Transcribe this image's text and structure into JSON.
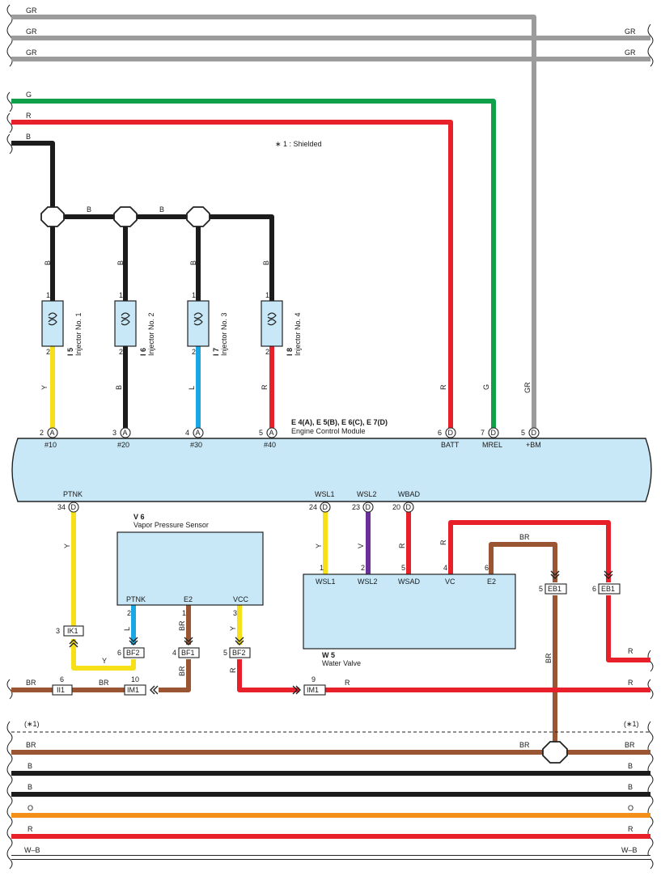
{
  "colors": {
    "GR": "#9c9c9c",
    "G": "#10a04a",
    "R": "#e8202a",
    "B": "#1c1c1c",
    "Y": "#f6e01a",
    "L": "#19a8e4",
    "V": "#6b2f9a",
    "BR": "#9a5532",
    "O": "#f39019",
    "WB": "#ffffff",
    "module_fill": "#c8e8f8"
  },
  "wire_labels": {
    "gr": "GR",
    "g": "G",
    "r": "R",
    "b": "B",
    "y": "Y",
    "l": "L",
    "v": "V",
    "br": "BR",
    "o": "O",
    "wb": "W–B"
  },
  "note": "∗ 1 : Shielded",
  "shield_label": "(∗1)",
  "ecm": {
    "ids": "E 4(A), E 5(B), E 6(C), E 7(D)",
    "name": "Engine Control Module",
    "pins": {
      "n10": "#10",
      "n20": "#20",
      "n30": "#30",
      "n40": "#40",
      "batt": "BATT",
      "mrel": "MREL",
      "bm": "+BM",
      "ptnk": "PTNK",
      "wsl1": "WSL1",
      "wsl2": "WSL2",
      "wbad": "WBAD"
    },
    "pin_numbers": {
      "n10": "2",
      "n20": "3",
      "n30": "4",
      "n40": "5",
      "batt": "6",
      "mrel": "7",
      "bm": "5",
      "ptnk": "34",
      "wsl1": "24",
      "wsl2": "23",
      "wbad": "20"
    },
    "connectors": {
      "a": "A",
      "d": "D"
    }
  },
  "injectors": [
    {
      "id": "I 5",
      "name": "Injector No. 1"
    },
    {
      "id": "I 6",
      "name": "Injector No. 2"
    },
    {
      "id": "I 7",
      "name": "Injector No. 3"
    },
    {
      "id": "I 8",
      "name": "Injector No. 4"
    }
  ],
  "injector_pins": {
    "top": "1",
    "bottom": "2"
  },
  "vapor_sensor": {
    "id": "V 6",
    "name": "Vapor Pressure Sensor",
    "pins": {
      "ptnk": "PTNK",
      "e2": "E2",
      "vcc": "VCC"
    },
    "pin_numbers": {
      "ptnk": "2",
      "e2": "1",
      "vcc": "3"
    }
  },
  "water_valve": {
    "id": "W 5",
    "name": "Water Valve",
    "pins": {
      "wsl1": "WSL1",
      "wsl2": "WSL2",
      "wsad": "WSAD",
      "vc": "VC",
      "e2": "E2"
    },
    "pin_numbers": {
      "wsl1": "1",
      "wsl2": "2",
      "wsad": "5",
      "vc": "4",
      "e2": "6"
    }
  },
  "connectors": {
    "ik1": {
      "label": "IK1",
      "pin": "3"
    },
    "bf2_l": {
      "label": "BF2",
      "pin": "6"
    },
    "bf1": {
      "label": "BF1",
      "pin": "4"
    },
    "bf2_y": {
      "label": "BF2",
      "pin": "5"
    },
    "ii1": {
      "label": "II1",
      "pin": "6"
    },
    "im1_br": {
      "label": "IM1",
      "pin": "10"
    },
    "im1_r": {
      "label": "IM1",
      "pin": "9"
    },
    "eb1_br": {
      "label": "EB1",
      "pin": "5"
    },
    "eb1_r": {
      "label": "EB1",
      "pin": "6"
    }
  }
}
